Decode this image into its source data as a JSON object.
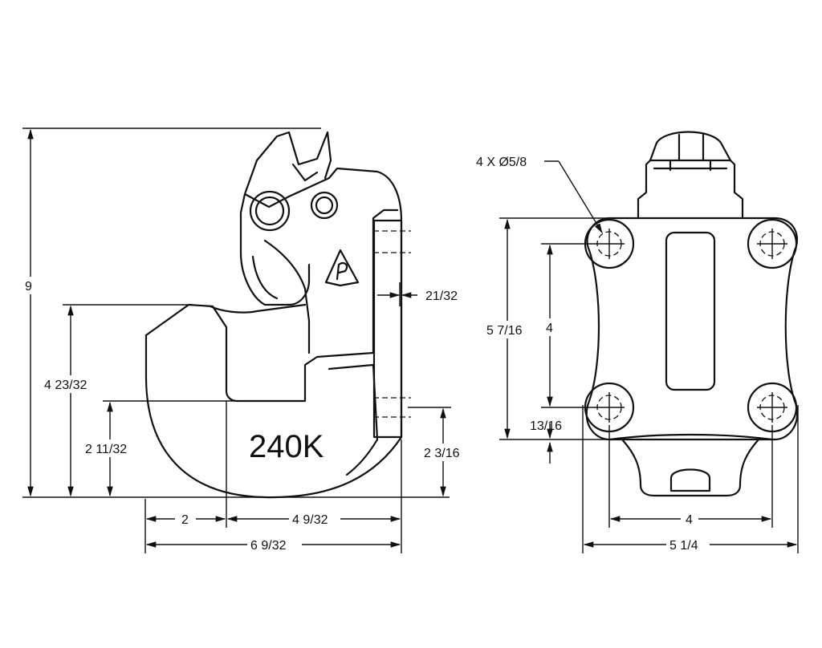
{
  "product_marking": "240K",
  "side_view": {
    "overall_height": "9",
    "hook_height": "4 23/32",
    "throat_height": "2 11/32",
    "base_to_lower_hole": "2 3/16",
    "plate_thickness": "21/32",
    "throat_width": "2",
    "throat_to_back": "4 9/32",
    "overall_depth": "6 9/32"
  },
  "front_view": {
    "hole_callout": "4 X Ø5/8",
    "outer_height": "5 7/16",
    "hole_vertical_spacing": "4",
    "bottom_offset": "13/16",
    "hole_horizontal_spacing": "4",
    "overall_width": "5 1/4"
  },
  "colors": {
    "line": "#111111",
    "background": "#ffffff"
  }
}
